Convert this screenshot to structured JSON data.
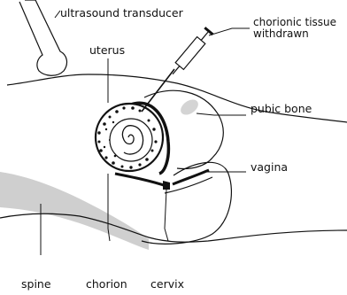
{
  "labels": {
    "transducer": "ultrasound transducer",
    "tissue_line1": "chorionic tissue",
    "tissue_line2": "withdrawn",
    "uterus": "uterus",
    "pubic_bone": "pubic bone",
    "vagina": "vagina",
    "spine": "spine",
    "chorion": "chorion",
    "cervix": "cervix"
  },
  "colors": {
    "ink": "#111111",
    "spine_gray": "#cfcfcf",
    "bone_gray": "#d4d4d4",
    "background": "#ffffff"
  }
}
